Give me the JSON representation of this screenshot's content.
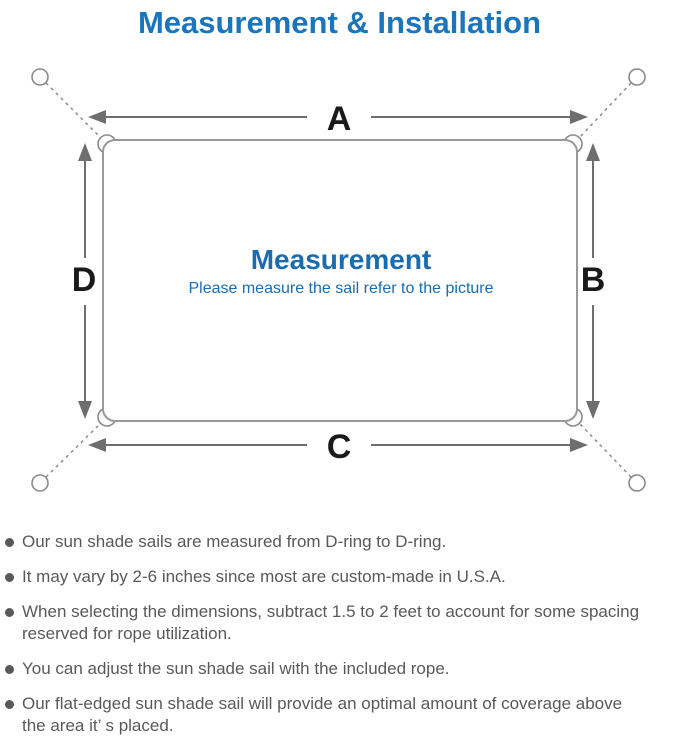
{
  "title": "Measurement & Installation",
  "diagram": {
    "labels": {
      "top": "A",
      "right": "B",
      "bottom": "C",
      "left": "D"
    },
    "center_title": "Measurement",
    "center_subtitle": "Please measure the sail refer to the picture"
  },
  "colors": {
    "title_blue": "#1b75bc",
    "center_blue": "#1a6cb0",
    "outline_gray": "#999999",
    "rope_gray": "#8a8a8a",
    "arrow_gray": "#6e6e6e",
    "letter_black": "#1a1a1a",
    "note_gray": "#595959"
  },
  "bullets": [
    "Our sun shade sails are measured from D-ring to D-ring.",
    "It may vary by 2-6 inches since most are custom-made in U.S.A.",
    "When selecting the dimensions, subtract 1.5 to 2 feet to account for some spacing\nreserved for rope utilization.",
    "You can adjust the sun shade sail with the included rope.",
    "Our flat-edged sun shade sail will provide an optimal amount of coverage above\nthe area it’ s placed."
  ]
}
